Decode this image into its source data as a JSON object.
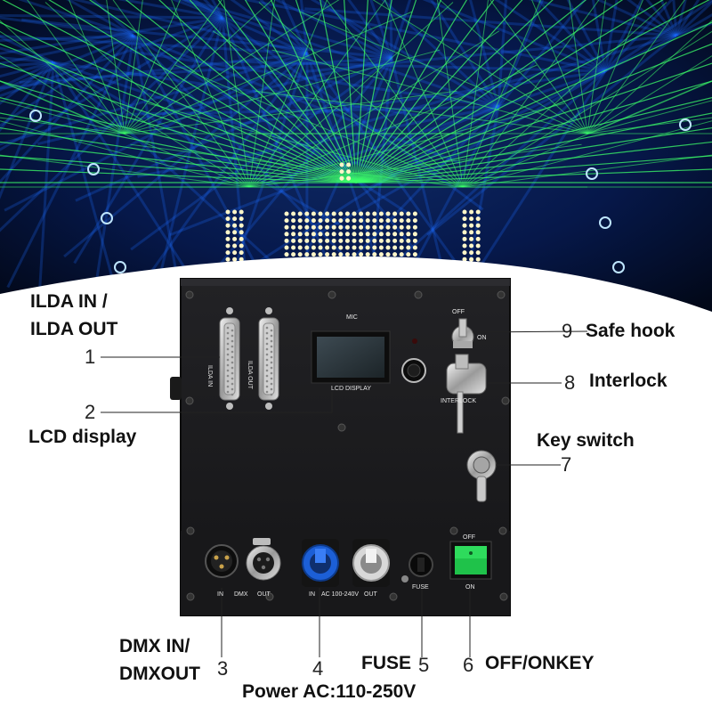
{
  "labels": {
    "ilda_line1": "ILDA IN /",
    "ilda_line2": "ILDA OUT",
    "lcd_display": "LCD display",
    "safe_hook": "Safe hook",
    "interlock": "Interlock",
    "key_switch": "Key switch",
    "dmx_line1": "DMX IN/",
    "dmx_line2": "DMXOUT",
    "fuse": "FUSE",
    "offon_key": "OFF/ONKEY",
    "power": "Power AC:110-250V"
  },
  "numbers": {
    "n1": "1",
    "n2": "2",
    "n3": "3",
    "n4": "4",
    "n5": "5",
    "n6": "6",
    "n7": "7",
    "n8": "8",
    "n9": "9"
  },
  "panel_text": {
    "mic": "MIC",
    "lcd_display": "LCD DISPLAY",
    "ilda_in": "ILDA IN",
    "ilda_out": "ILDA OUT",
    "off_top": "OFF",
    "on_top": "ON",
    "interlock": "INTERLOCK",
    "in": "IN",
    "dmx": "DMX",
    "out": "OUT",
    "power_in": "IN",
    "ac_range": "AC 100-240V",
    "power_out": "OUT",
    "fuse": "FUSE",
    "switch_off": "OFF",
    "switch_on": "ON"
  },
  "colors": {
    "laser_green": "#3cff6a",
    "laser_blue": "#1d6bff",
    "panel": "#1b1b1d",
    "power_in_connector": "#1c5fd6",
    "power_out_connector": "#d8d8d8",
    "rocker_switch": "#1fc24a"
  }
}
